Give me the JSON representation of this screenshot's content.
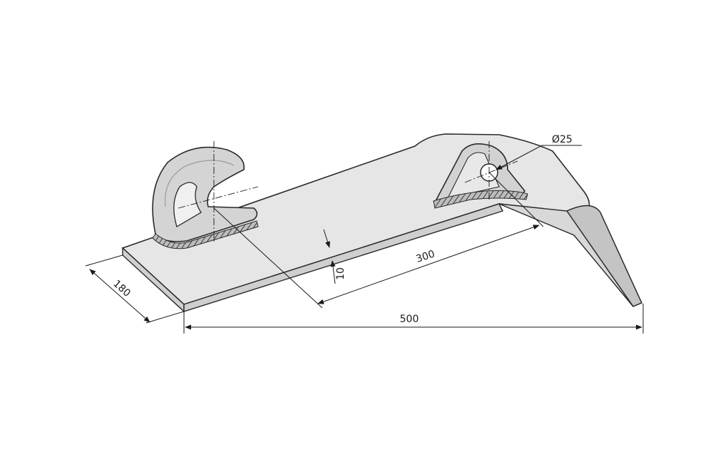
{
  "drawing": {
    "dimensions": {
      "overall_length": "500",
      "width": "180",
      "hole_spacing": "300",
      "thickness": "10",
      "hole_diameter": "Ø25"
    },
    "colors": {
      "part_fill": "#e4e4e4",
      "part_shade": "#c9c9c9",
      "outline": "#2a2a2a",
      "dimension_line": "#1a1a1a"
    }
  }
}
